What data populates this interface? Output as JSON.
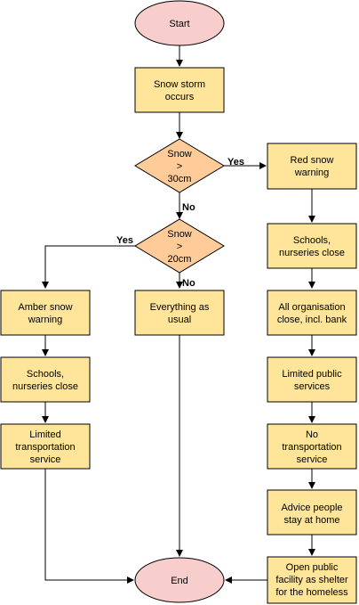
{
  "colors": {
    "process_fill": "#ffe599",
    "terminal_fill": "#f8cecc",
    "decision_fill": "#ffcc99",
    "line": "#000000"
  },
  "nodes": {
    "start": [
      "Start"
    ],
    "snow_storm": [
      "Snow storm",
      "occurs"
    ],
    "decision_30": [
      "Snow",
      ">",
      "30cm"
    ],
    "red_warning": [
      "Red snow",
      "warning"
    ],
    "decision_20": [
      "Snow",
      ">",
      "20cm"
    ],
    "amber_warning": [
      "Amber snow",
      "warning"
    ],
    "usual": [
      "Everything as",
      "usual"
    ],
    "schools_left": [
      "Schools,",
      "nurseries close"
    ],
    "limited_transport": [
      "Limited",
      "transportation",
      "service"
    ],
    "schools_right": [
      "Schools,",
      "nurseries close"
    ],
    "org_close": [
      "All organisation",
      "close, incl. bank"
    ],
    "public_services": [
      "Limited public",
      "services"
    ],
    "no_transport": [
      "No",
      "transportation",
      "service"
    ],
    "stay_home": [
      "Advice people",
      "stay at home"
    ],
    "shelter": [
      "Open public",
      "facility as shelter",
      "for the homeless"
    ],
    "end": [
      "End"
    ]
  },
  "edge_labels": {
    "yes_30": "Yes",
    "no_30": "No",
    "yes_20": "Yes",
    "no_20": "No"
  }
}
